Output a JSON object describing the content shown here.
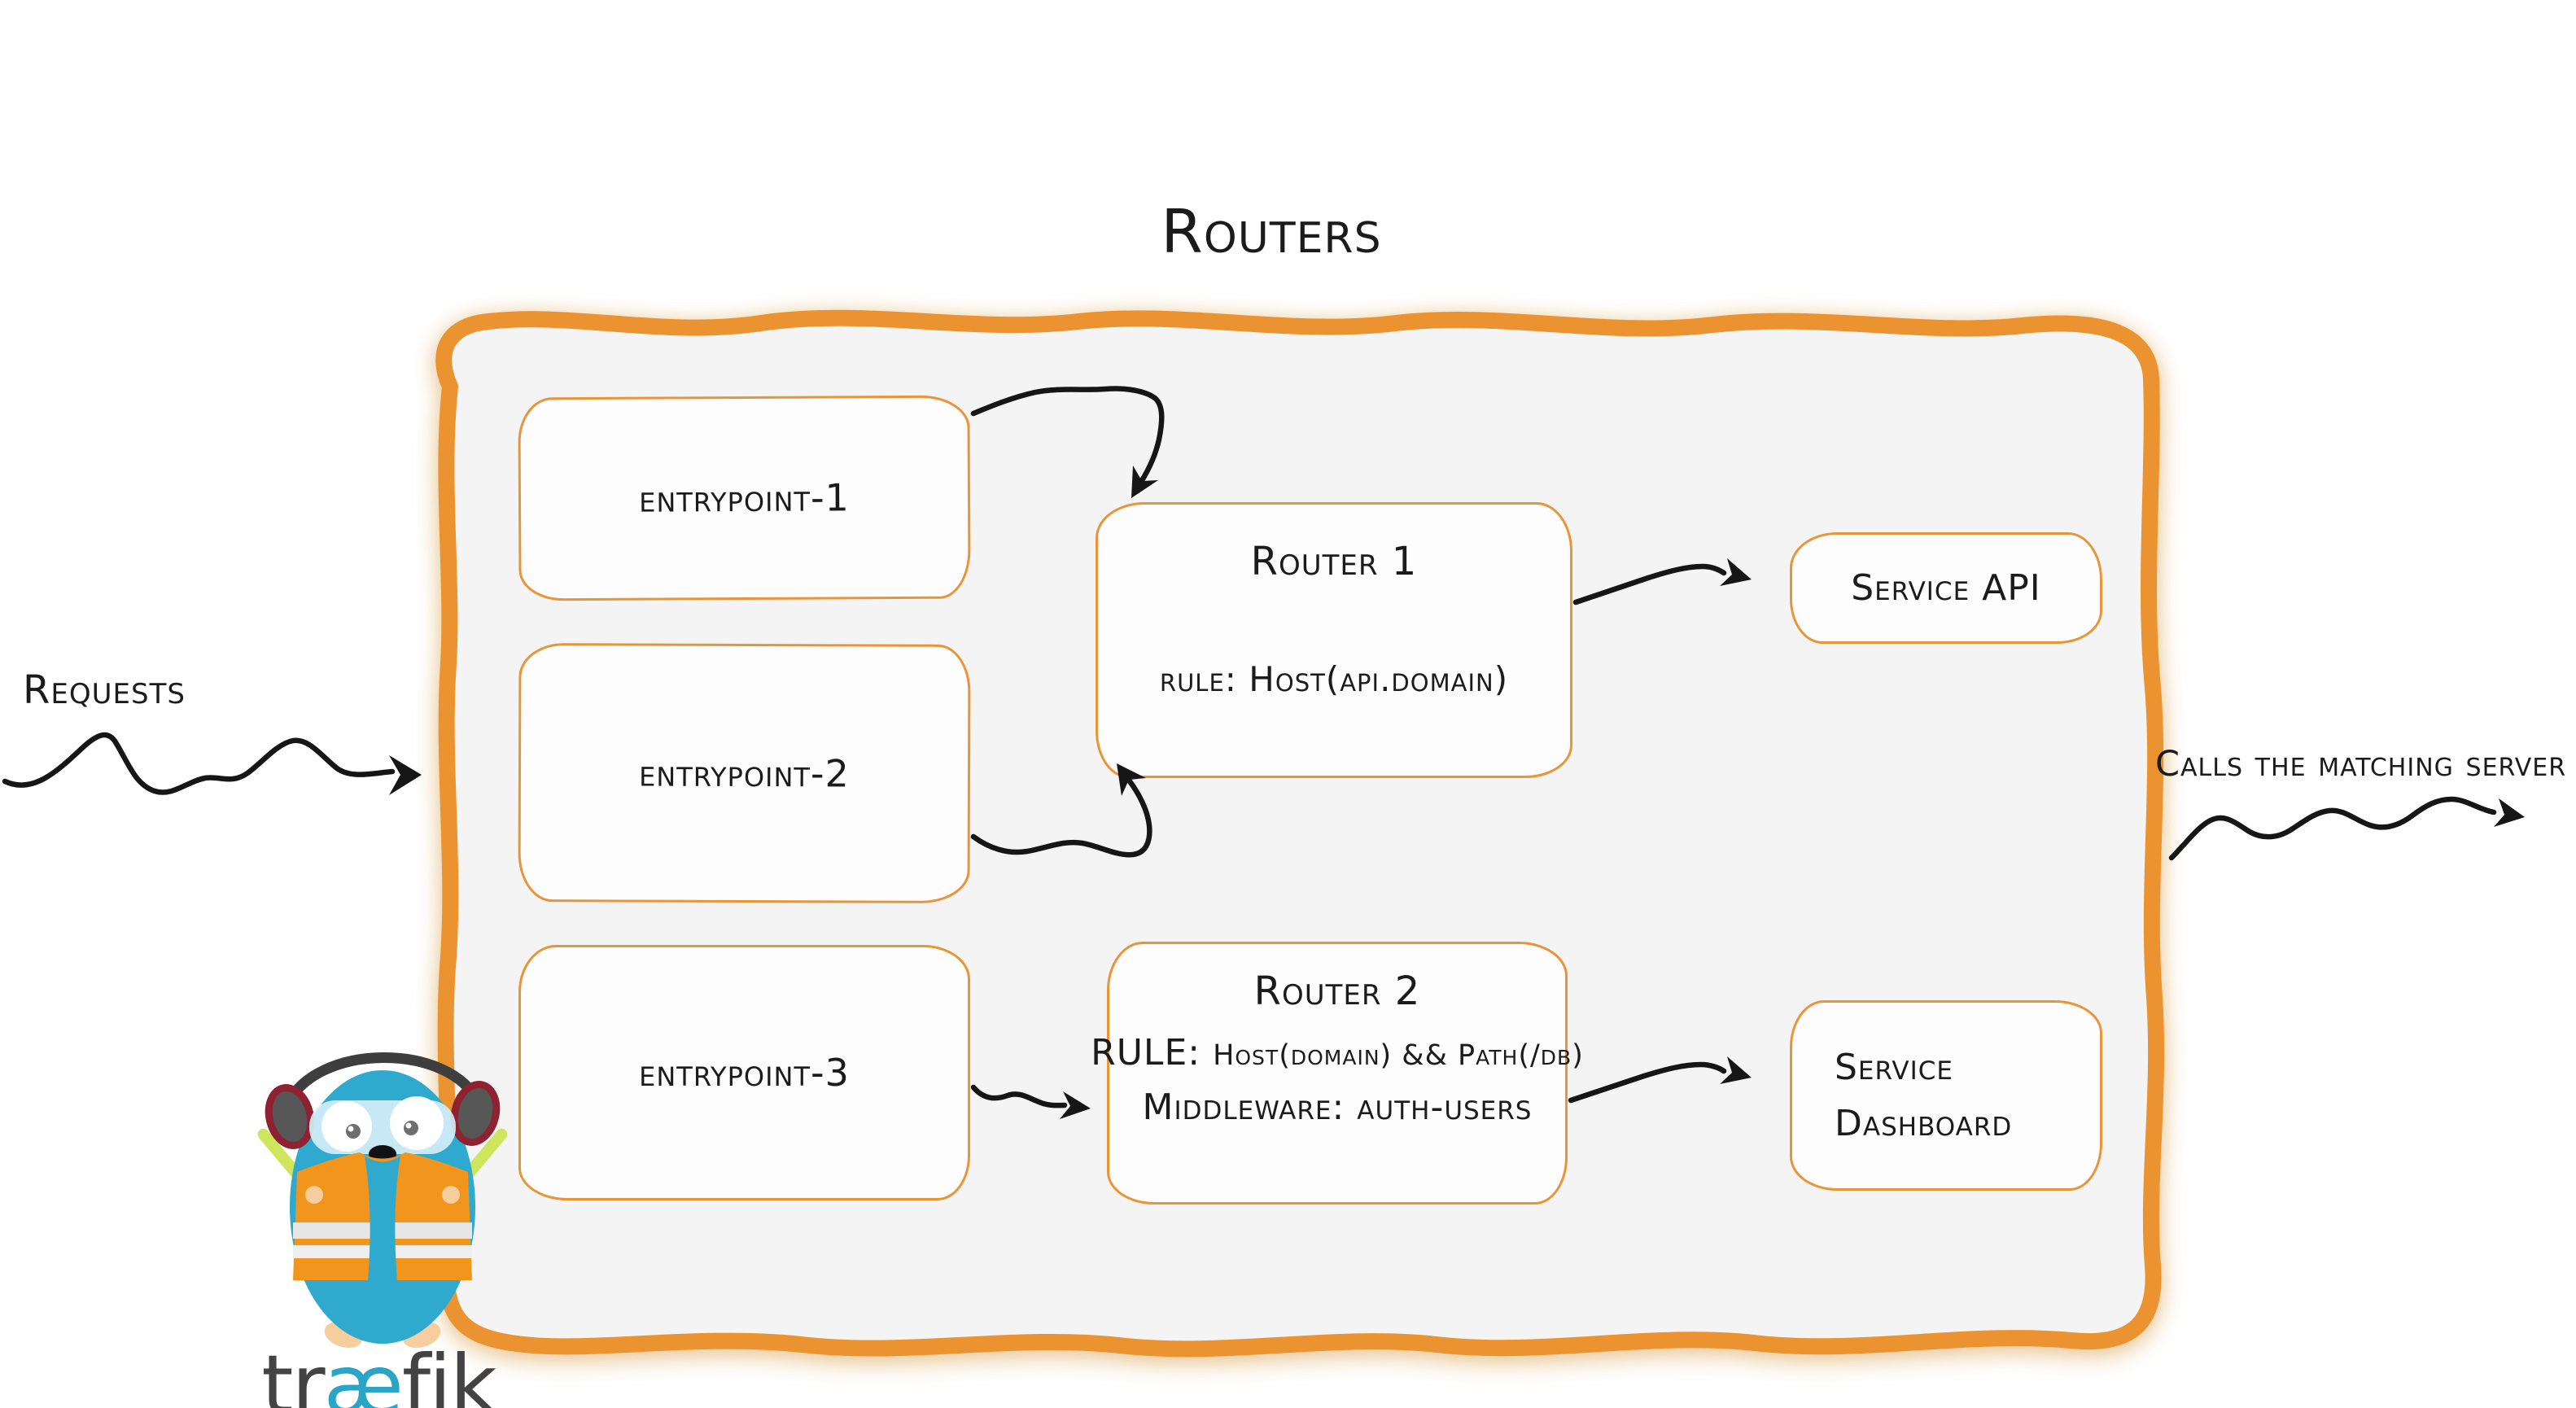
{
  "title": "Routers",
  "left_label": "Requests",
  "right_label": "Calls the matching server",
  "entrypoints": {
    "ep1": "entrypoint-1",
    "ep2": "entrypoint-2",
    "ep3": "entrypoint-3"
  },
  "router1": {
    "title": "Router 1",
    "rule_label": "rule:",
    "rule_value": "Host(api.domain)"
  },
  "router2": {
    "title": "Router 2",
    "rule_label": "RULE:",
    "rule_value": "Host(domain) && Path(/db)",
    "middleware_label": "Middleware:",
    "middleware_value": "auth-users"
  },
  "services": {
    "api": "Service API",
    "dashboard_line1": "Service",
    "dashboard_line2": "Dashboard"
  },
  "logo": {
    "tr": "tr",
    "ae": "æ",
    "fik": "fik"
  },
  "colors": {
    "frame_orange": "#EA9330",
    "box_border_orange": "#E8953A",
    "panel_fill": "#F4F4F4",
    "ink": "#1B1B1B",
    "arrow_black": "#161616",
    "gopher_blue": "#2FA9CE",
    "vest_orange": "#F2951D",
    "stick_green": "#CDE65C",
    "wordmark_gray": "#434343",
    "wordmark_blue": "#29A5C5"
  }
}
